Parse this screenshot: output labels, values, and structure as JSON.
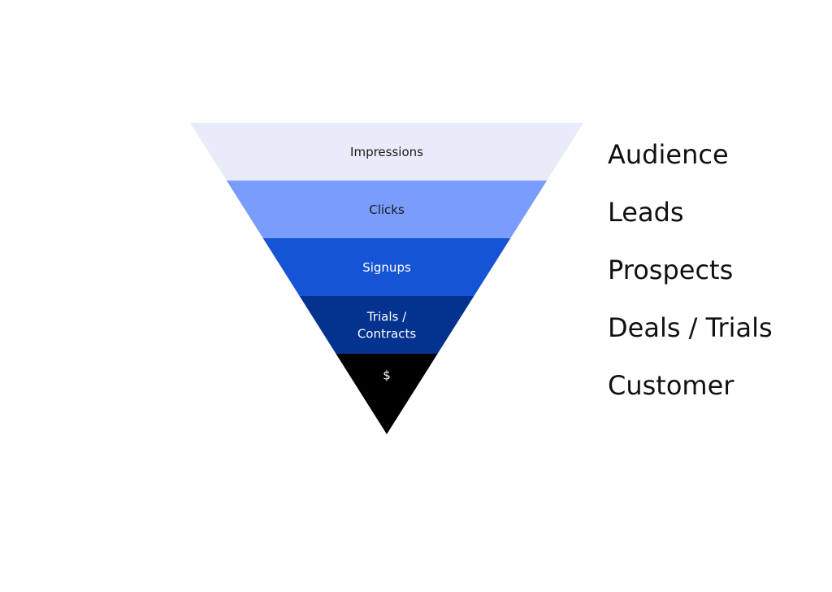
{
  "funnel": {
    "stages": [
      {
        "label_lines": [
          "Impressions"
        ],
        "category": "Audience",
        "fill": "#e8ebf8",
        "text_color": "#1a1a1a"
      },
      {
        "label_lines": [
          "Clicks"
        ],
        "category": "Leads",
        "fill": "#7a9cfd",
        "text_color": "#1a1a1a"
      },
      {
        "label_lines": [
          "Signups"
        ],
        "category": "Prospects",
        "fill": "#1654d6",
        "text_color": "#ffffff"
      },
      {
        "label_lines": [
          "Trials /",
          "Contracts"
        ],
        "category": "Deals / Trials",
        "fill": "#03328f",
        "text_color": "#ffffff"
      },
      {
        "label_lines": [
          "$"
        ],
        "category": "Customer",
        "fill": "#000000",
        "text_color": "#ffffff"
      }
    ]
  }
}
